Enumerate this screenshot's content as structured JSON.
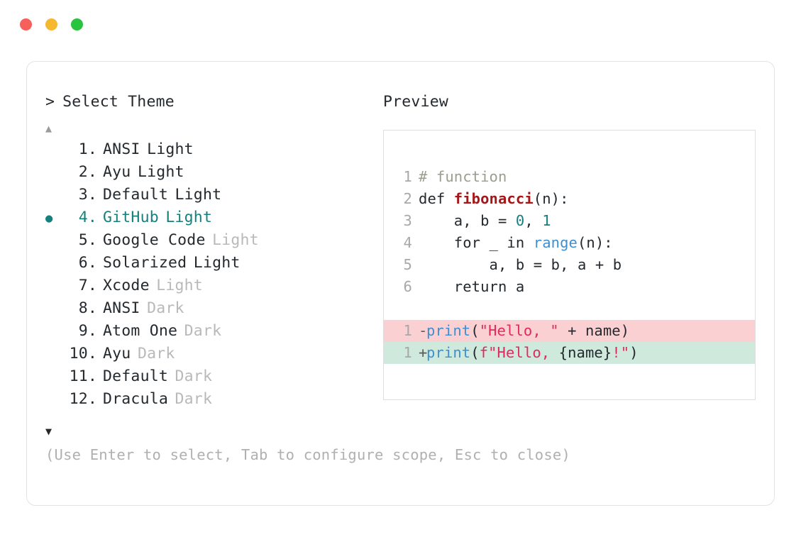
{
  "titlebar": {
    "dots": [
      {
        "name": "close-dot",
        "color": "#f65f5a"
      },
      {
        "name": "minimize-dot",
        "color": "#f5b82e"
      },
      {
        "name": "maximize-dot",
        "color": "#28c33f"
      }
    ]
  },
  "left": {
    "prompt_chevron": ">",
    "prompt_label": "Select Theme",
    "scroll_up_glyph": "▲",
    "scroll_down_glyph": "▼",
    "bullet_glyph": "●",
    "selected_index": 4,
    "selected_color": "#15807c",
    "themes": [
      {
        "num": " 1.",
        "name": "ANSI",
        "suffix": "Light",
        "dim": false,
        "selected": false
      },
      {
        "num": " 2.",
        "name": "Ayu",
        "suffix": "Light",
        "dim": false,
        "selected": false
      },
      {
        "num": " 3.",
        "name": "Default",
        "suffix": "Light",
        "dim": false,
        "selected": false
      },
      {
        "num": " 4.",
        "name": "GitHub",
        "suffix": "Light",
        "dim": false,
        "selected": true
      },
      {
        "num": " 5.",
        "name": "Google Code",
        "suffix": "Light",
        "dim": true,
        "selected": false
      },
      {
        "num": " 6.",
        "name": "Solarized",
        "suffix": "Light",
        "dim": false,
        "selected": false
      },
      {
        "num": " 7.",
        "name": "Xcode",
        "suffix": "Light",
        "dim": true,
        "selected": false
      },
      {
        "num": " 8.",
        "name": "ANSI",
        "suffix": "Dark",
        "dim": true,
        "selected": false
      },
      {
        "num": " 9.",
        "name": "Atom One",
        "suffix": "Dark",
        "dim": true,
        "selected": false
      },
      {
        "num": "10.",
        "name": "Ayu",
        "suffix": "Dark",
        "dim": true,
        "selected": false
      },
      {
        "num": "11.",
        "name": "Default",
        "suffix": "Dark",
        "dim": true,
        "selected": false
      },
      {
        "num": "12.",
        "name": "Dracula",
        "suffix": "Dark",
        "dim": true,
        "selected": false
      }
    ],
    "hint": "(Use Enter to select, Tab to configure scope, Esc to close)"
  },
  "right": {
    "preview_title": "Preview",
    "code_lines": [
      {
        "ln": "1",
        "tokens": [
          {
            "t": "# function",
            "c": "comment"
          }
        ]
      },
      {
        "ln": "2",
        "tokens": [
          {
            "t": "def ",
            "c": "plain"
          },
          {
            "t": "fibonacci",
            "c": "func"
          },
          {
            "t": "(n):",
            "c": "plain"
          }
        ]
      },
      {
        "ln": "3",
        "tokens": [
          {
            "t": "    a, b = ",
            "c": "plain"
          },
          {
            "t": "0",
            "c": "num"
          },
          {
            "t": ", ",
            "c": "plain"
          },
          {
            "t": "1",
            "c": "num"
          }
        ]
      },
      {
        "ln": "4",
        "tokens": [
          {
            "t": "    for _ in ",
            "c": "plain"
          },
          {
            "t": "range",
            "c": "builtin"
          },
          {
            "t": "(n):",
            "c": "plain"
          }
        ]
      },
      {
        "ln": "5",
        "tokens": [
          {
            "t": "        a, b = b, a + b",
            "c": "plain"
          }
        ]
      },
      {
        "ln": "6",
        "tokens": [
          {
            "t": "    return a",
            "c": "plain"
          }
        ]
      }
    ],
    "diff_lines": [
      {
        "ln": "1",
        "kind": "del",
        "sign": "-",
        "tokens": [
          {
            "t": "print",
            "c": "builtin"
          },
          {
            "t": "(",
            "c": "plain"
          },
          {
            "t": "\"Hello, \"",
            "c": "str"
          },
          {
            "t": " + name)",
            "c": "plain"
          }
        ]
      },
      {
        "ln": "1",
        "kind": "add",
        "sign": "+",
        "tokens": [
          {
            "t": "print",
            "c": "builtin"
          },
          {
            "t": "(",
            "c": "plain"
          },
          {
            "t": "f\"Hello, ",
            "c": "str"
          },
          {
            "t": "{name}",
            "c": "plain"
          },
          {
            "t": "!\"",
            "c": "str"
          },
          {
            "t": ")",
            "c": "plain"
          }
        ]
      }
    ],
    "colors": {
      "comment": "#9d9d8e",
      "function": "#a6171a",
      "number": "#137e83",
      "builtin": "#3e8fd0",
      "string": "#e0295d",
      "diff_del_bg": "#fbd0d3",
      "diff_add_bg": "#cfe9dd"
    }
  }
}
